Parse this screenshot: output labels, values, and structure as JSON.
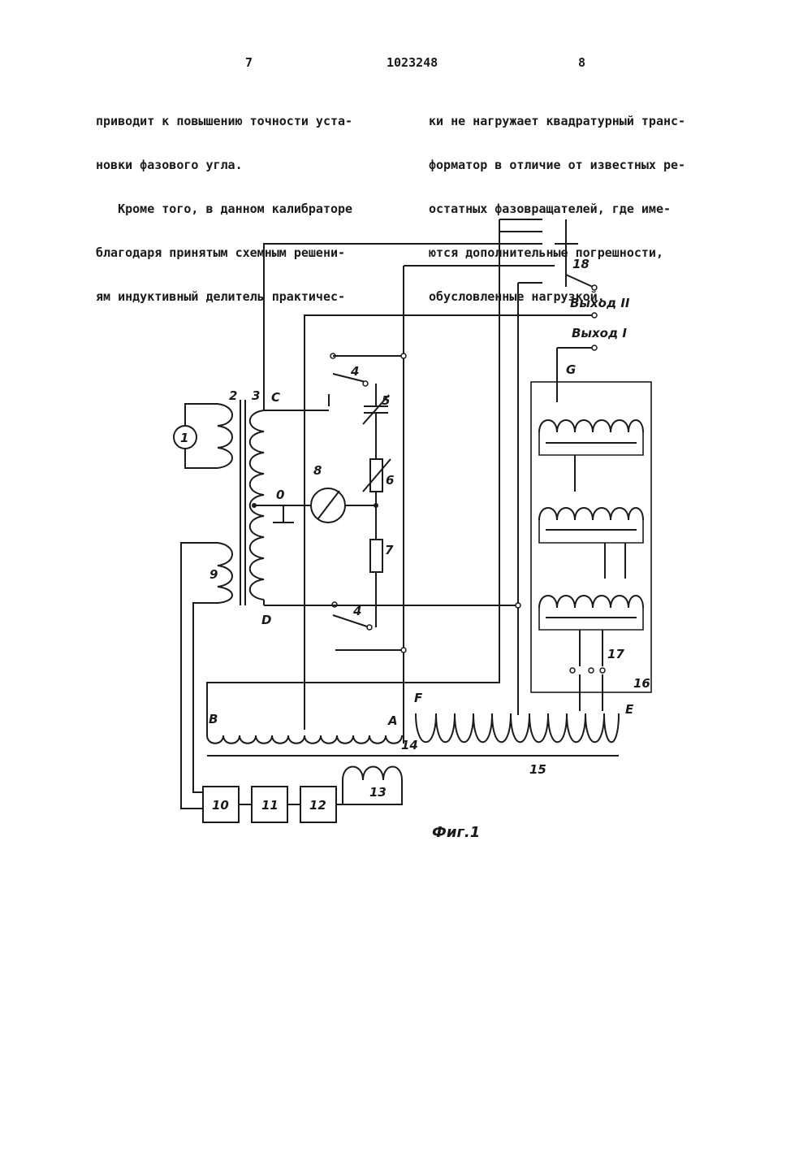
{
  "header": {
    "page_left": "7",
    "patent_number": "1023248",
    "page_right": "8"
  },
  "text_left": {
    "lines": [
      "приводит к повышению точности уста-",
      "новки фазового угла.",
      "   Кроме того, в данном калибраторе",
      "благодаря принятым схемным решени-",
      "ям индуктивный делитель практичес-"
    ]
  },
  "text_right": {
    "lines": [
      "ки не нагружает квадратурный транс-",
      "форматор в отличие от известных ре-",
      "остатных фазовращателей, где име-",
      "ются дополнительные погрешности,",
      "обусловленные нагрузкой."
    ]
  },
  "diagram": {
    "labels": {
      "n1": "1",
      "n2": "2",
      "n3": "3",
      "C": "C",
      "O": "0",
      "D": "D",
      "n4a": "4",
      "n4b": "4",
      "n5": "5",
      "n6": "6",
      "n7": "7",
      "n8": "8",
      "n9": "9",
      "n10": "10",
      "n11": "11",
      "n12": "12",
      "n13": "13",
      "n14": "14",
      "n15": "15",
      "n16": "16",
      "n17": "17",
      "n18": "18",
      "A": "A",
      "B": "B",
      "E": "E",
      "F": "F",
      "G": "G",
      "out2": "Выход II",
      "out1": "Выход I"
    },
    "caption": "Фиг.1"
  }
}
